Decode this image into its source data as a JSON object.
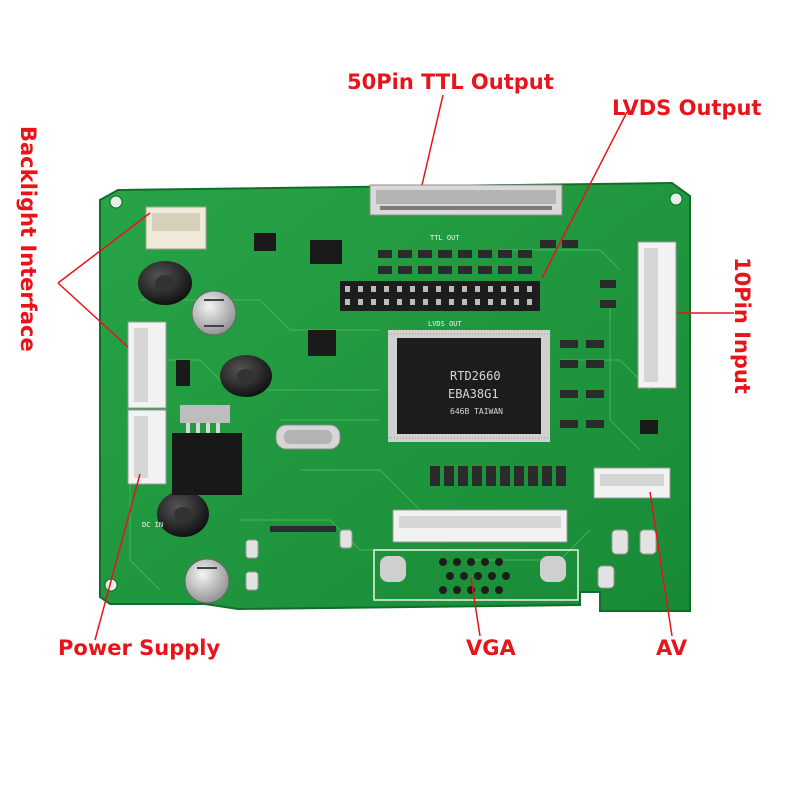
{
  "labels": {
    "ttl_output": "50Pin TTL Output",
    "lvds_output": "LVDS Output",
    "backlight": "Backlight Interface",
    "input_10pin": "10Pin Input",
    "power": "Power Supply",
    "vga": "VGA",
    "av": "AV"
  },
  "silkscreen": {
    "ttl_out": "TTL OUT",
    "lvds_out": "LVDS OUT",
    "dc_in": "DC IN"
  },
  "chip": {
    "line1": "RTD2660",
    "line2": "EBA38G1",
    "line3": "646B TAIWAN"
  },
  "colors": {
    "pcb": "#1f9a3e",
    "callout": "#e8141a"
  }
}
